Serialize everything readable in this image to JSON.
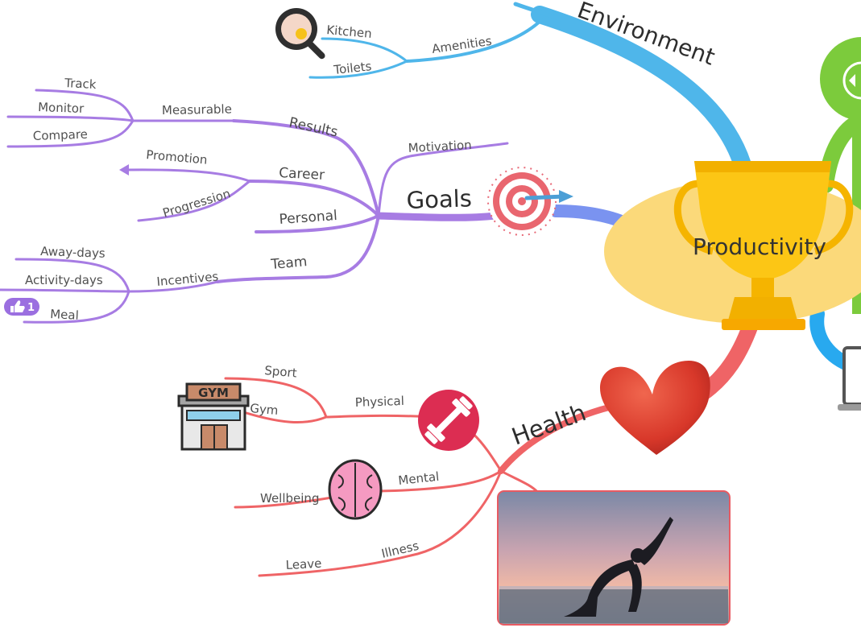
{
  "map": {
    "center": {
      "label": "Productivity"
    },
    "environment": {
      "label": "Environment",
      "amenities": {
        "label": "Amenities",
        "items": [
          "Kitchen",
          "Toilets"
        ]
      }
    },
    "goals": {
      "label": "Goals",
      "motivation": "Motivation",
      "results": {
        "label": "Results",
        "measurable": {
          "label": "Measurable",
          "items": [
            "Track",
            "Monitor",
            "Compare"
          ]
        }
      },
      "career": {
        "label": "Career",
        "items": [
          "Promotion",
          "Progression"
        ]
      },
      "personal": "Personal",
      "team": {
        "label": "Team",
        "incentives": {
          "label": "Incentives",
          "items": [
            "Away-days",
            "Activity-days",
            "Meal"
          ]
        }
      }
    },
    "health": {
      "label": "Health",
      "physical": {
        "label": "Physical",
        "items": [
          "Sport",
          "Gym"
        ]
      },
      "mental": {
        "label": "Mental",
        "items": [
          "Wellbeing"
        ]
      },
      "illness": {
        "label": "Illness",
        "items": [
          "Leave"
        ]
      }
    },
    "gym_sign": "GYM",
    "like_badge": {
      "count": "1",
      "icon": "thumbs-up-icon"
    }
  },
  "colors": {
    "goals": "#a77ce3",
    "environment": "#4fb6ea",
    "health": "#ef6466",
    "growth": "#7ccb3c",
    "center": "#fbd97a"
  }
}
